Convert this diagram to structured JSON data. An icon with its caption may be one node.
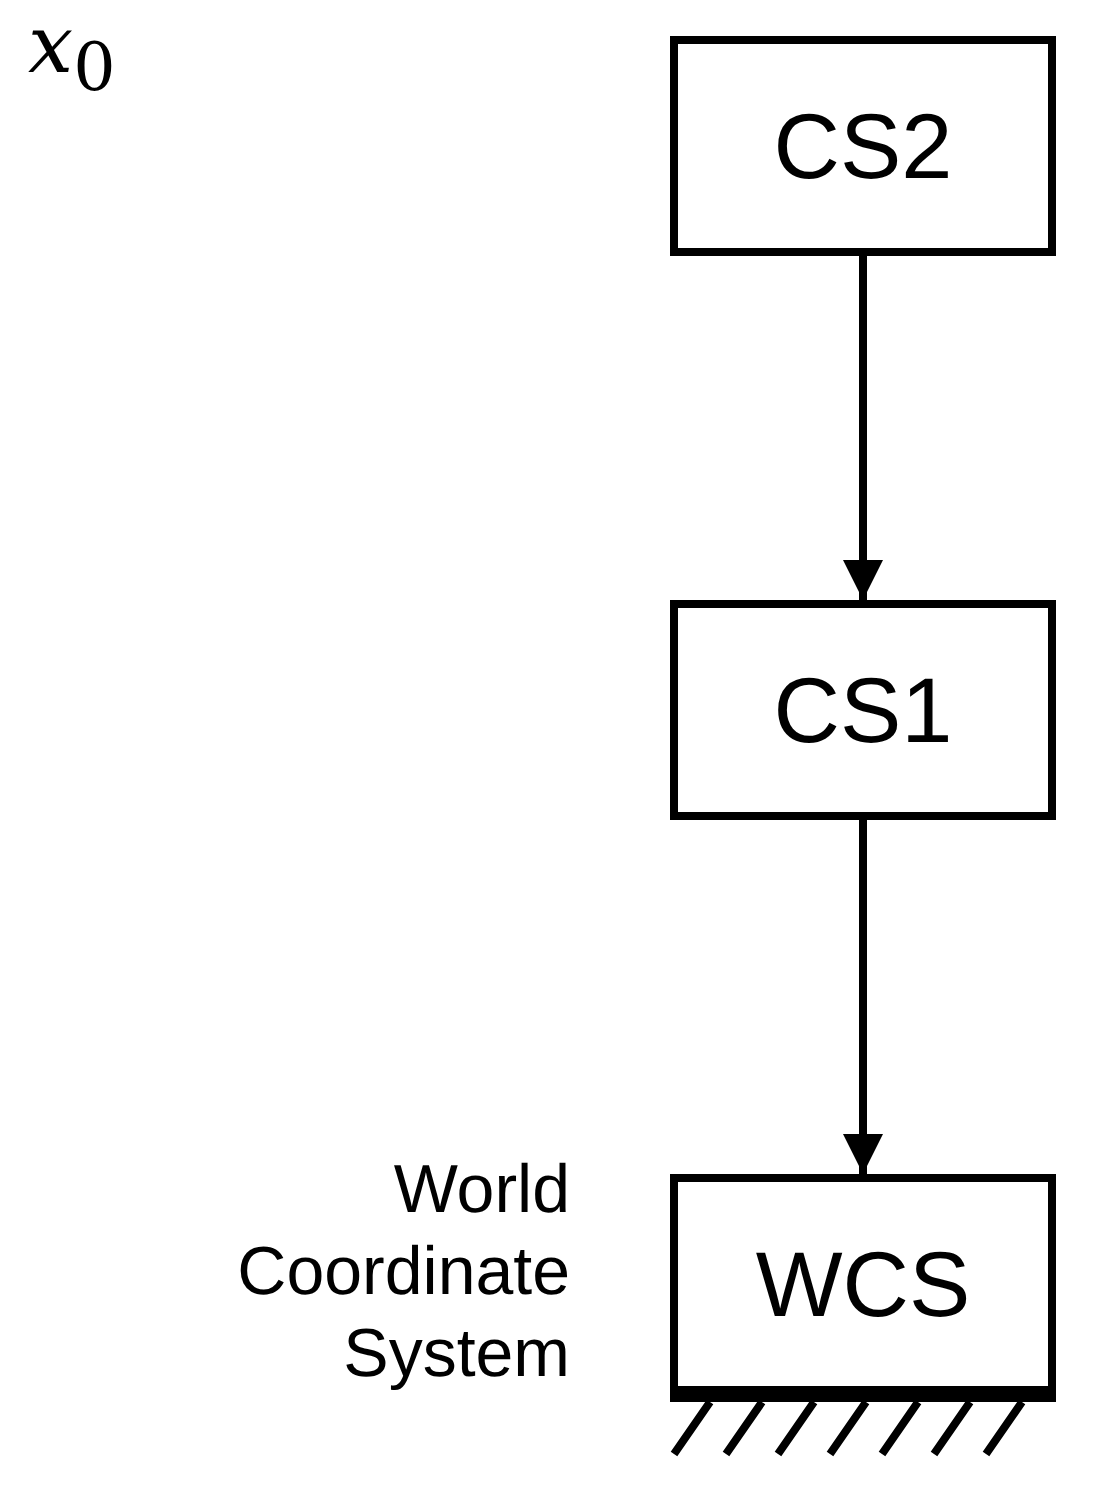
{
  "diagram": {
    "nodes": [
      {
        "text": [
          "CS2"
        ]
      },
      {
        "text": [
          "CS1"
        ]
      },
      {
        "text": [
          "WCS"
        ],
        "beside": [
          "World Coordinate System"
        ]
      }
    ],
    "edges": [
      {
        "from": 0,
        "to": 1,
        "arrow": "to"
      },
      {
        "from": 1,
        "to": 2,
        "arrow": "to"
      }
    ],
    "labels": [
      "*x*$_{0}$"
    ]
  }
}
